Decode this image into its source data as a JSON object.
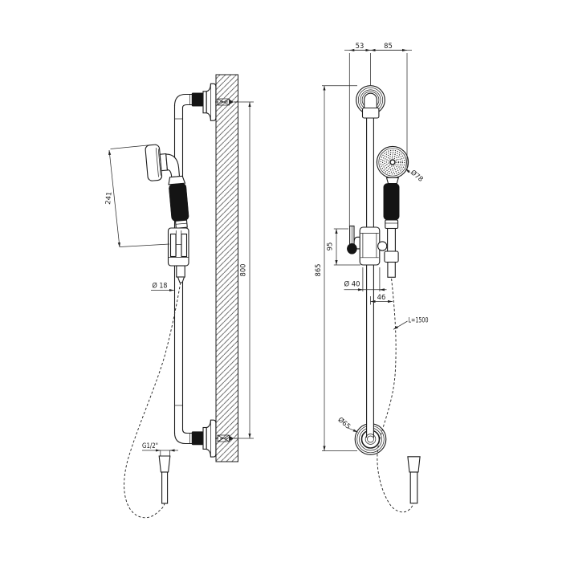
{
  "figure": {
    "type": "technical-drawing",
    "subject": "shower rail with hand shower, two-view dimensioned drawing",
    "background": "#ffffff",
    "line_color": "#1c1c1c",
    "labels": {
      "top_width_left": "53",
      "top_width_right": "85",
      "head_diameter": "Ø78",
      "holder_height": "95",
      "overall_height": "865",
      "slider_diameter": "Ø 40",
      "hose_offset": "46",
      "hose_length": "L=1500",
      "base_diameter": "Ø65",
      "rail_span": "800",
      "handshower_length": "241",
      "rail_diameter": "Ø 18",
      "thread_size": "G1/2\""
    }
  }
}
